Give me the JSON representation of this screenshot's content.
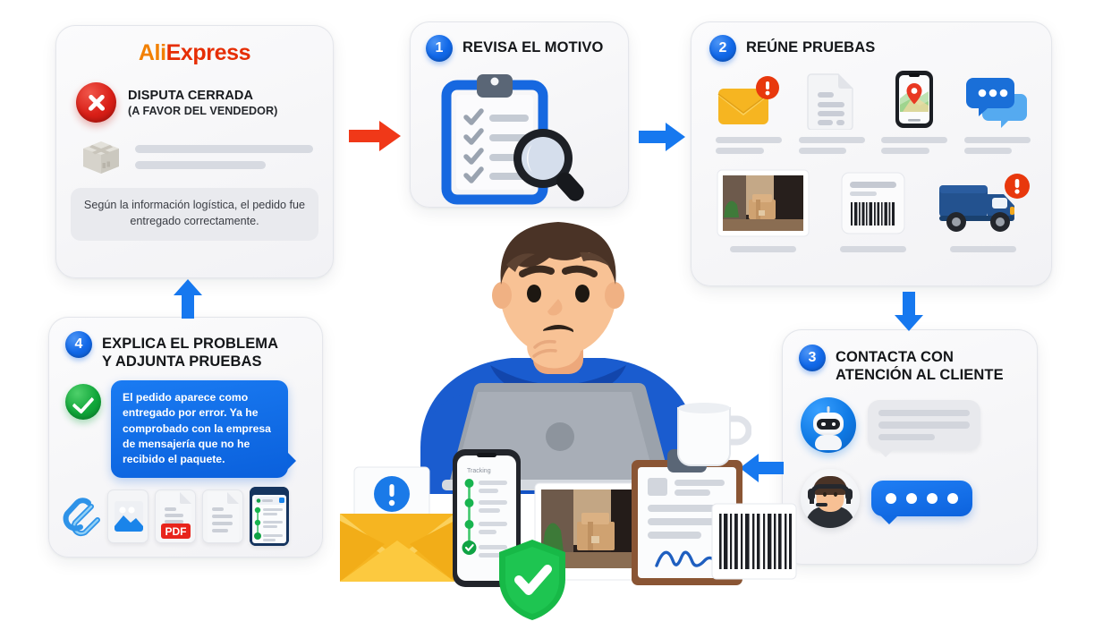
{
  "meta": {
    "title": "Guía visual: cómo actuar ante una disputa cerrada en AliExpress",
    "background_color": "#ffffff",
    "accent_blue": "#1168e8",
    "accent_red": "#e62e04",
    "accent_orange": "#f28000",
    "accent_green": "#11a63a"
  },
  "aliexpress_card": {
    "logo_part1": "Ali",
    "logo_part2": "Express",
    "status_title": "DISPUTA CERRADA",
    "status_subtitle": "(A FAVOR DEL VENDEDOR)",
    "status_icon": "x-circle-icon",
    "order_icon": "package-box-icon",
    "note": "Según la información logística, el pedido fue entregado correctamente."
  },
  "steps": [
    {
      "number": "1",
      "title": "REVISA EL MOTIVO",
      "icons": [
        "clipboard-checklist-icon",
        "magnifying-glass-icon"
      ]
    },
    {
      "number": "2",
      "title": "REÚNE PRUEBAS",
      "evidence_row1": [
        {
          "icon": "email-alert-icon",
          "label": "email-evidence"
        },
        {
          "icon": "document-icon",
          "label": "document-evidence"
        },
        {
          "icon": "phone-map-pin-icon",
          "label": "tracking-map-evidence"
        },
        {
          "icon": "chat-bubbles-icon",
          "label": "chat-evidence"
        }
      ],
      "evidence_row2": [
        {
          "icon": "package-photo-icon",
          "label": "delivery-photo-evidence"
        },
        {
          "icon": "barcode-label-icon",
          "label": "barcode-evidence"
        },
        {
          "icon": "delivery-truck-alert-icon",
          "label": "courier-evidence"
        }
      ]
    },
    {
      "number": "3",
      "title": "CONTACTA CON\nATENCIÓN AL CLIENTE",
      "contacts": [
        {
          "avatar": "chatbot-avatar",
          "bubble": "grey-placeholder-bubble"
        },
        {
          "avatar": "support-agent-avatar",
          "bubble": "blue-dots-bubble"
        }
      ]
    },
    {
      "number": "4",
      "title": "EXPLICA EL PROBLEMA\nY ADJUNTA PRUEBAS",
      "status_icon": "green-check-icon",
      "message": "El pedido aparece como entregado por error. Ya he comprobado con la empresa de mensajería que no he recibido el paquete.",
      "attachments": [
        {
          "icon": "paperclip-icon",
          "label": "attach"
        },
        {
          "icon": "image-file-icon",
          "label": "photo"
        },
        {
          "icon": "pdf-file-icon",
          "label": "PDF"
        },
        {
          "icon": "text-document-icon",
          "label": "document"
        },
        {
          "icon": "phone-screenshot-icon",
          "label": "screenshot"
        }
      ]
    }
  ],
  "arrows": [
    {
      "name": "arrow-ali-to-step1",
      "direction": "right",
      "color": "#f03818"
    },
    {
      "name": "arrow-step1-to-step2",
      "direction": "right",
      "color": "#1678ef"
    },
    {
      "name": "arrow-step2-to-step3",
      "direction": "down",
      "color": "#1678ef"
    },
    {
      "name": "arrow-step3-to-step4",
      "direction": "left",
      "color": "#1678ef"
    },
    {
      "name": "arrow-step4-to-ali",
      "direction": "up",
      "color": "#1678ef"
    }
  ],
  "hero": {
    "character": "thoughtful-man-with-laptop",
    "hoodie_color": "#1453c4",
    "laptop": "laptop-icon",
    "mug": "coffee-mug-icon"
  },
  "bottom_props": [
    {
      "icon": "envelope-info-icon",
      "label": "notification-letter"
    },
    {
      "icon": "phone-tracking-icon",
      "label": "tracking-timeline",
      "screen_title": "Tracking"
    },
    {
      "icon": "shield-check-icon",
      "label": "protection-badge"
    },
    {
      "icon": "package-delivery-photo",
      "label": "delivery-photo"
    },
    {
      "icon": "clipboard-signature-icon",
      "label": "signed-proof"
    },
    {
      "icon": "barcode-icon",
      "label": "barcode-label"
    }
  ]
}
